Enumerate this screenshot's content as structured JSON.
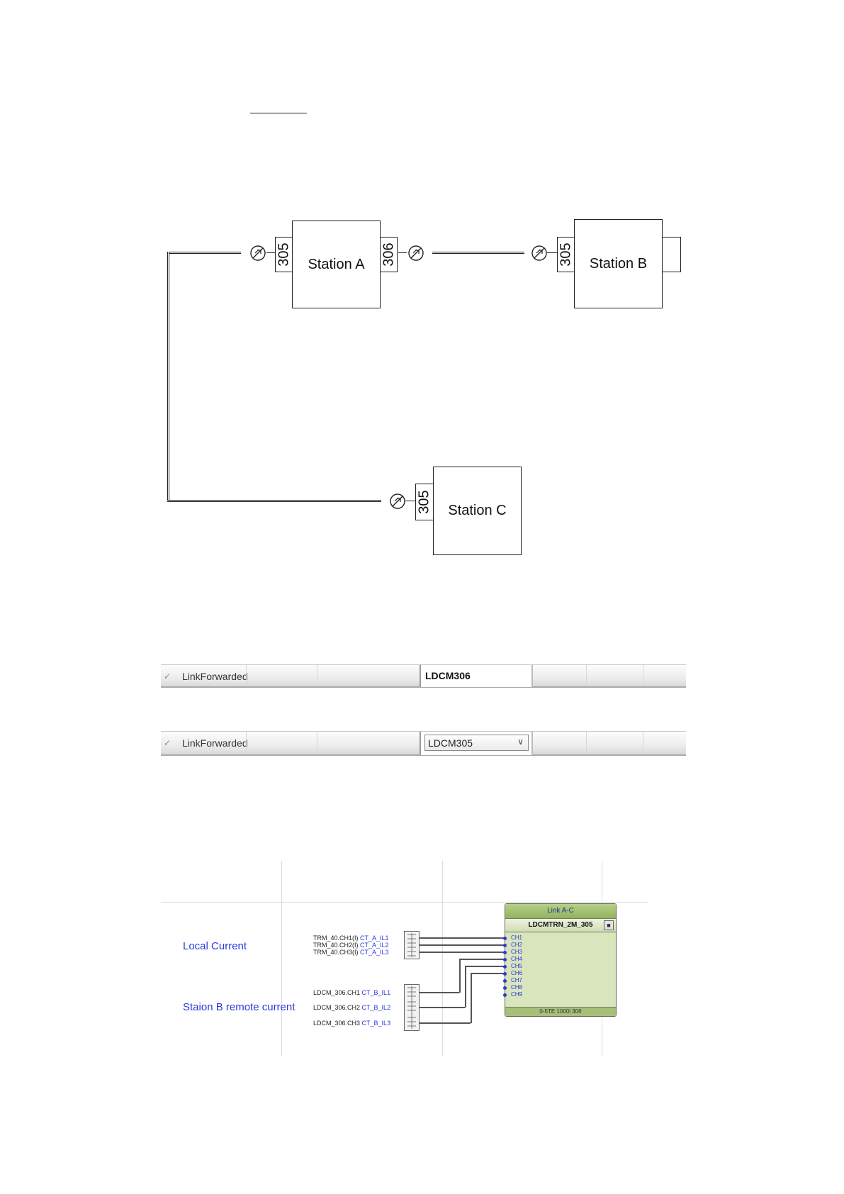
{
  "network": {
    "stations": {
      "a": "Station A",
      "b": "Station B",
      "c": "Station C"
    },
    "ports": {
      "a_left": "305",
      "a_right": "306",
      "b_left": "305",
      "c_left": "305"
    }
  },
  "settings": [
    {
      "name": "LinkForwarded",
      "value": "LDCM306",
      "control": "text"
    },
    {
      "name": "LinkForwarded",
      "value": "LDCM305",
      "control": "dropdown"
    }
  ],
  "logic": {
    "local_label": "Local Current",
    "remote_label": "Staion B remote current",
    "local_signals": [
      {
        "source": "TRM_40.CH1(I)",
        "name": "CT_A_IL1"
      },
      {
        "source": "TRM_40.CH2(I)",
        "name": "CT_A_IL2"
      },
      {
        "source": "TRM_40.CH3(I)",
        "name": "CT_A_IL3"
      }
    ],
    "remote_signals": [
      {
        "source": "LDCM_306.CH1",
        "name": "CT_B_IL1"
      },
      {
        "source": "LDCM_306.CH2",
        "name": "CT_B_IL2"
      },
      {
        "source": "LDCM_306.CH3",
        "name": "CT_B_IL3"
      }
    ],
    "block": {
      "title": "Link A-C",
      "name": "LDCMTRN_2M_305",
      "channels": [
        "CH1",
        "CH2",
        "CH3",
        "CH4",
        "CH5",
        "CH6",
        "CH7",
        "CH8",
        "CH9"
      ],
      "footer": "0-5TE 1000i 306",
      "lock_icon": "lock-icon"
    }
  }
}
